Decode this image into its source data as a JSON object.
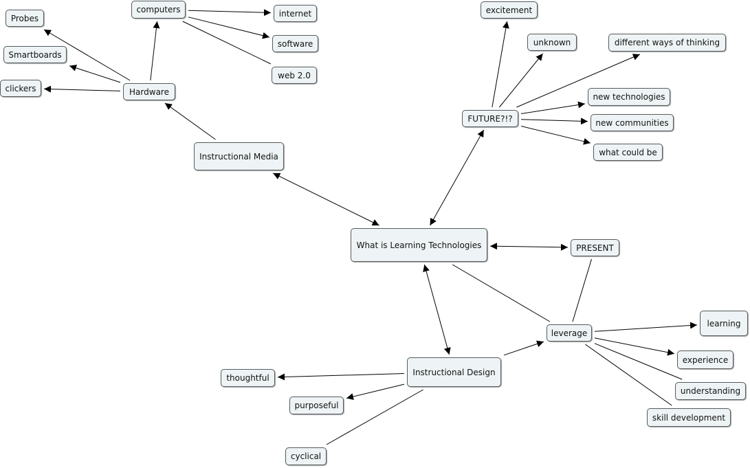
{
  "concepts": {
    "probes": "Probes",
    "smartboards": "Smartboards",
    "clickers": "clickers",
    "computers": "computers",
    "hardware": "Hardware",
    "internet": "internet",
    "software": "software",
    "web2": "web 2.0",
    "instructional_media": "Instructional Media",
    "excitement": "excitement",
    "unknown": "unknown",
    "different_ways": "different ways of thinking",
    "future": "FUTURE?!?",
    "new_technologies": "new technologies",
    "new_communities": "new communities",
    "what_could_be": "what could be",
    "main": "What is Learning Technologies",
    "present": "PRESENT",
    "leverage": "leverage",
    "learning": "learning",
    "experience": "experience",
    "understanding": "understanding",
    "skill_development": "skill development",
    "instructional_design": "Instructional Design",
    "thoughtful": "thoughtful",
    "purposeful": "purposeful",
    "cyclical": "cyclical"
  },
  "links": [
    {
      "from": "hardware",
      "to": "probes",
      "arrow": "end"
    },
    {
      "from": "hardware",
      "to": "smartboards",
      "arrow": "end"
    },
    {
      "from": "hardware",
      "to": "clickers",
      "arrow": "end"
    },
    {
      "from": "hardware",
      "to": "computers",
      "arrow": "end"
    },
    {
      "from": "computers",
      "to": "internet",
      "arrow": "end"
    },
    {
      "from": "computers",
      "to": "software",
      "arrow": "end"
    },
    {
      "from": "computers",
      "to": "web2",
      "arrow": "none"
    },
    {
      "from": "instructional_media",
      "to": "hardware",
      "arrow": "end"
    },
    {
      "from": "main",
      "to": "instructional_media",
      "arrow": "both"
    },
    {
      "from": "main",
      "to": "future",
      "arrow": "both"
    },
    {
      "from": "future",
      "to": "excitement",
      "arrow": "end"
    },
    {
      "from": "future",
      "to": "unknown",
      "arrow": "end"
    },
    {
      "from": "future",
      "to": "different_ways",
      "arrow": "end"
    },
    {
      "from": "future",
      "to": "new_technologies",
      "arrow": "end"
    },
    {
      "from": "future",
      "to": "new_communities",
      "arrow": "end"
    },
    {
      "from": "future",
      "to": "what_could_be",
      "arrow": "end"
    },
    {
      "from": "main",
      "to": "present",
      "arrow": "both"
    },
    {
      "from": "main",
      "to": "leverage",
      "arrow": "none"
    },
    {
      "from": "present",
      "to": "leverage",
      "arrow": "none"
    },
    {
      "from": "main",
      "to": "instructional_design",
      "arrow": "both"
    },
    {
      "from": "instructional_design",
      "to": "leverage",
      "arrow": "end"
    },
    {
      "from": "leverage",
      "to": "learning",
      "arrow": "end"
    },
    {
      "from": "leverage",
      "to": "experience",
      "arrow": "end"
    },
    {
      "from": "leverage",
      "to": "understanding",
      "arrow": "none"
    },
    {
      "from": "leverage",
      "to": "skill_development",
      "arrow": "none"
    },
    {
      "from": "instructional_design",
      "to": "thoughtful",
      "arrow": "end"
    },
    {
      "from": "instructional_design",
      "to": "purposeful",
      "arrow": "end"
    },
    {
      "from": "instructional_design",
      "to": "cyclical",
      "arrow": "none"
    }
  ]
}
